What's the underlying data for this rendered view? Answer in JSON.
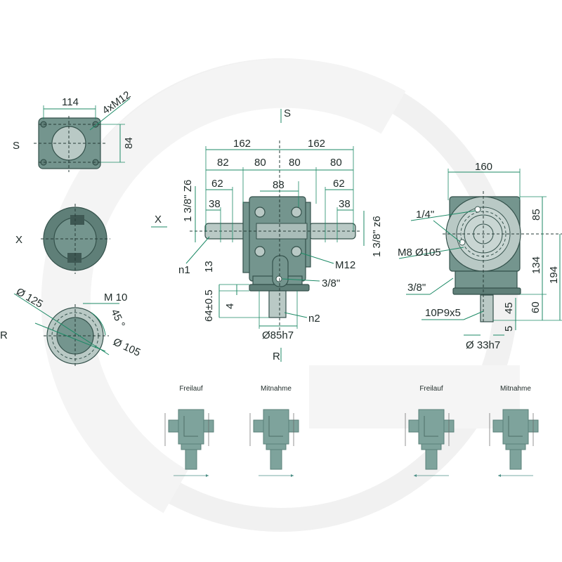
{
  "colors": {
    "body": "#74958e",
    "dimension": "#1d8a66",
    "outline": "#34514b",
    "watermark": "#f1f1f1"
  },
  "views": {
    "S": {
      "label": "S",
      "width": "114",
      "height": "84",
      "bolts": "4xM12"
    },
    "X": {
      "label": "X"
    },
    "R": {
      "label": "R",
      "outer_dia": "Ø 125",
      "thread": "M 10",
      "angle": "45 °",
      "bolt_circle": "Ø 105"
    }
  },
  "front": {
    "arrow_S": "S",
    "arrow_X": "X",
    "arrow_R": "R",
    "dims": {
      "left_162": "162",
      "right_162": "162",
      "d82": "82",
      "d80a": "80",
      "d80b": "80",
      "d80c": "80",
      "d88": "88",
      "left_62": "62",
      "right_62": "62",
      "left_38": "38",
      "right_38": "38",
      "left_shaft": "1 3/8\" Z6",
      "right_shaft": "1 3/8\" z6",
      "d13": "13",
      "d64": "64±0.5",
      "d4": "4",
      "d85": "Ø85h7"
    },
    "callouts": {
      "n1": "n1",
      "m12": "M12",
      "plug": "3/8\"",
      "n2": "n2"
    }
  },
  "side": {
    "dims": {
      "width": "160",
      "d85": "85",
      "d134": "134",
      "d194": "194",
      "d60": "60",
      "d45": "45",
      "d5": "5",
      "shaft": "Ø 33h7"
    },
    "callouts": {
      "quarter": "1/4\"",
      "bolts": "M8 Ø105",
      "plug": "3/8\"",
      "key": "10P9x5"
    }
  },
  "schematics": [
    {
      "label": "Freilauf"
    },
    {
      "label": "Mitnahme"
    },
    {
      "label": "Freilauf"
    },
    {
      "label": "Mitnahme"
    }
  ]
}
